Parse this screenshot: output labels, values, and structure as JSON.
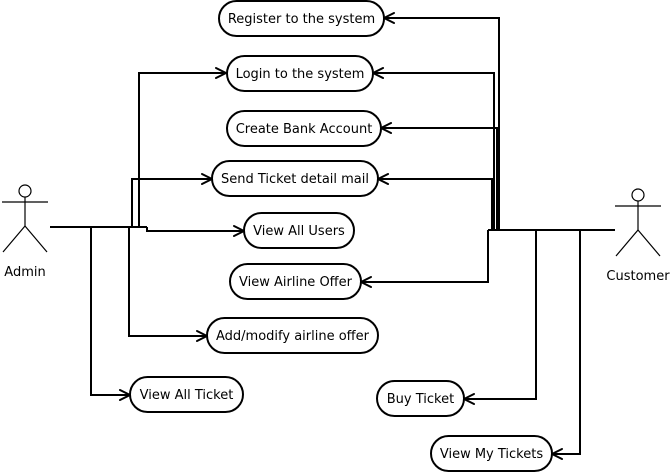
{
  "diagram": {
    "actors": {
      "admin": {
        "label": "Admin"
      },
      "customer": {
        "label": "Customer"
      }
    },
    "use_cases": {
      "register": "Register to the system",
      "login": "Login to the system",
      "create_bank_account": "Create Bank Account",
      "send_ticket_mail": "Send Ticket detail mail",
      "view_all_users": "View All Users",
      "view_airline_offer": "View Airline Offer",
      "add_modify_offer": "Add/modify airline offer",
      "view_all_ticket": "View All Ticket",
      "buy_ticket": "Buy Ticket",
      "view_my_tickets": "View My Tickets"
    },
    "associations": [
      {
        "from": "admin",
        "to": "login"
      },
      {
        "from": "admin",
        "to": "send_ticket_mail"
      },
      {
        "from": "admin",
        "to": "view_all_users"
      },
      {
        "from": "admin",
        "to": "add_modify_offer"
      },
      {
        "from": "admin",
        "to": "view_all_ticket"
      },
      {
        "from": "customer",
        "to": "register"
      },
      {
        "from": "customer",
        "to": "login"
      },
      {
        "from": "customer",
        "to": "create_bank_account"
      },
      {
        "from": "customer",
        "to": "send_ticket_mail"
      },
      {
        "from": "customer",
        "to": "view_airline_offer"
      },
      {
        "from": "customer",
        "to": "buy_ticket"
      },
      {
        "from": "customer",
        "to": "view_my_tickets"
      }
    ]
  }
}
